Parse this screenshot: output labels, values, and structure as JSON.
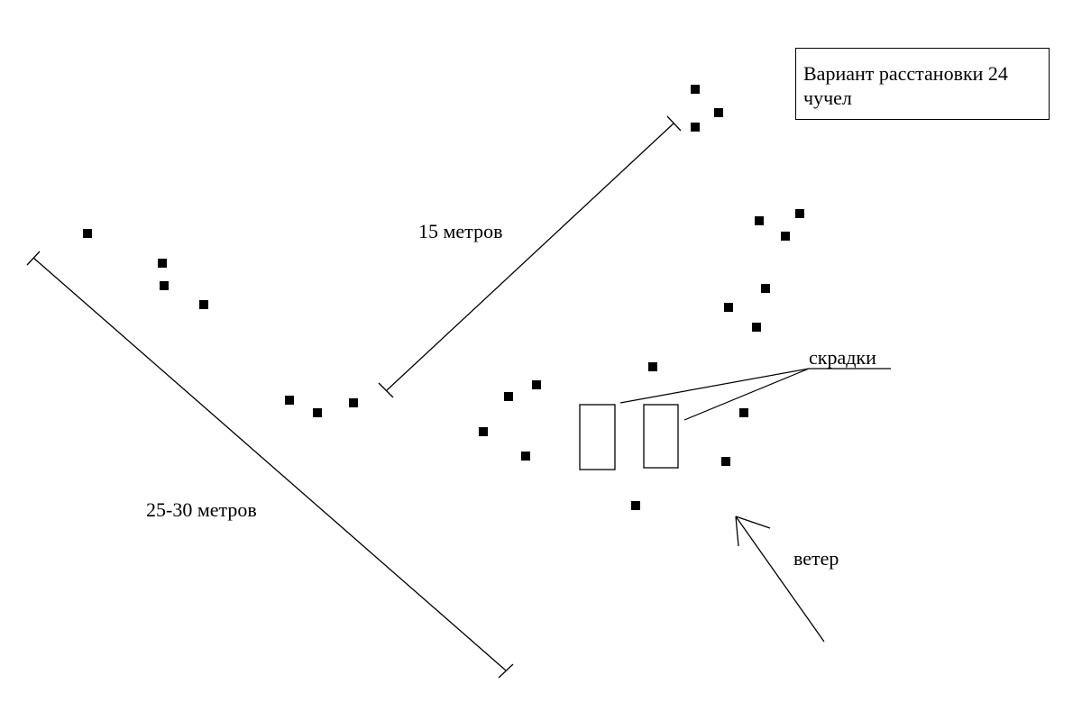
{
  "title": "Вариант расстановки 24 чучел",
  "labels": {
    "dim_15": "15 метров",
    "dim_25_30": "25-30 метров",
    "blinds": "скрадки",
    "wind": "ветер"
  },
  "decoy_count": 24
}
